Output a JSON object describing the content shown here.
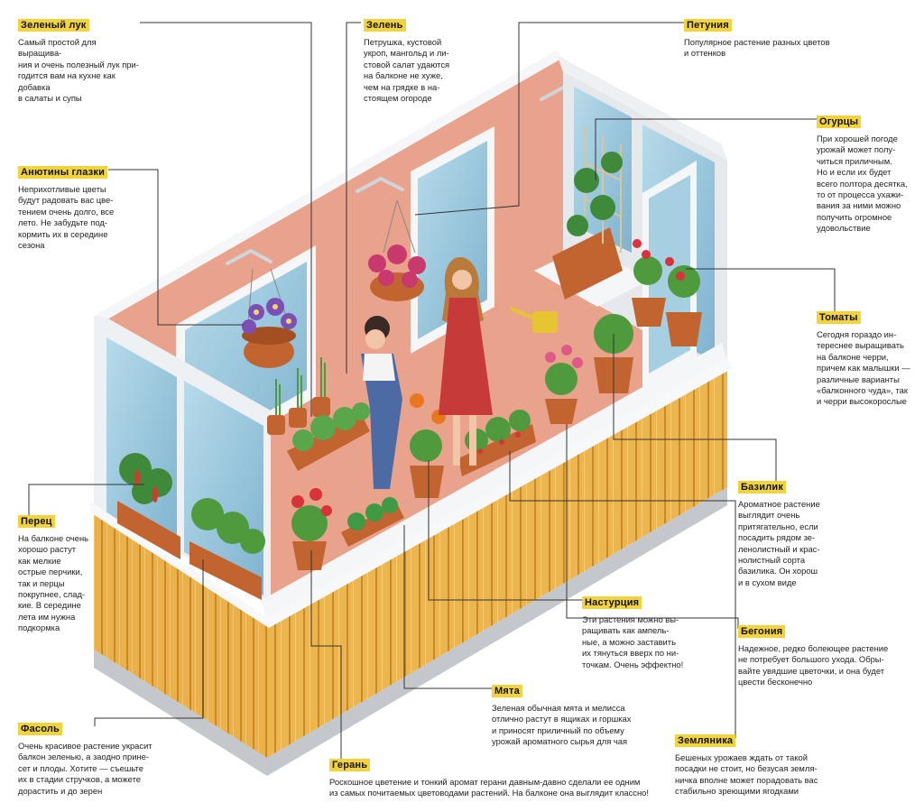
{
  "labels": {
    "onion": {
      "title": "Зеленый лук",
      "lines": [
        "Самый простой для выращива-",
        "ния и очень полезный лук при-",
        "годится вам на кухне как добавка",
        "в салаты и супы"
      ]
    },
    "greens": {
      "title": "Зелень",
      "lines": [
        "Петрушка, кустовой",
        "укроп, мангольд и ли-",
        "стовой салат удаются",
        "на балконе не хуже,",
        "чем на грядке в на-",
        "стоящем огороде"
      ]
    },
    "petunia": {
      "title": "Петуния",
      "lines": [
        "Популярное растение разных цветов",
        "и оттенков"
      ]
    },
    "cucumber": {
      "title": "Огурцы",
      "lines": [
        "При хорошей погоде",
        "урожай может полу-",
        "читься приличным.",
        "Но и если их будет",
        "всего полтора десятка,",
        "то от процесса ухажи-",
        "вания за ними можно",
        "получить огромное",
        "удовольствие"
      ]
    },
    "pansy": {
      "title": "Анютины глазки",
      "lines": [
        "Неприхотливые цветы",
        "будут радовать вас цве-",
        "тением очень долго, все",
        "лето. Не забудьте под-",
        "кормить их в середине",
        "сезона"
      ]
    },
    "tomato": {
      "title": "Томаты",
      "lines": [
        "Сегодня гораздо ин-",
        "тереснее выращивать",
        "на балконе черри,",
        "причем как малышки —",
        "различные варианты",
        "«балконного чуда», так",
        "и черри высокорослые"
      ]
    },
    "basil": {
      "title": "Базилик",
      "lines": [
        "Ароматное растение",
        "выглядит очень",
        "притягательно, если",
        "посадить рядом зе-",
        "ленолистный и крас-",
        "нолистный сорта",
        "базилика. Он хорош",
        "и в сухом виде"
      ]
    },
    "pepper": {
      "title": "Перец",
      "lines": [
        "На балконе очень",
        "хорошо растут",
        "как мелкие",
        "острые перчики,",
        "так и перцы",
        "покрупнее, слад-",
        "кие. В середине",
        "лета им нужна",
        "подкормка"
      ]
    },
    "nasturtium": {
      "title": "Настурция",
      "lines": [
        "Эти растения можно вы-",
        "ращивать как ампель-",
        "ные, а можно заставить",
        "их тянуться вверх по ни-",
        "точкам. Очень эффектно!"
      ]
    },
    "begonia": {
      "title": "Бегония",
      "lines": [
        "Надежное, редко болеющее растение",
        "не потребует большого ухода. Обры-",
        "вайте увядшие цветочки, и она будет",
        "цвести бесконечно"
      ]
    },
    "mint": {
      "title": "Мята",
      "lines": [
        "Зеленая обычная мята и мелисса",
        "отлично растут в ящиках и горшках",
        "и приносят приличный по объему",
        "урожай ароматного сырья для чая"
      ]
    },
    "beans": {
      "title": "Фасоль",
      "lines": [
        "Очень красивое растение украсит",
        "балкон зеленью, а заодно прине-",
        "сет и плоды. Хотите — съешьте",
        "их в стадии стручков, а можете",
        "дорастить и до зерен"
      ]
    },
    "strawberry": {
      "title": "Земляника",
      "lines": [
        "Бешеных урожаев ждать от такой",
        "посадки не стоит, но безусая земля-",
        "ничка вполне может порадовать вас",
        "стабильно зреющими ягодками"
      ]
    },
    "geranium": {
      "title": "Герань",
      "lines": [
        "Роскошное цветение и тонкий аромат герани давным-давно сделали ее одним",
        "из самых почитаемых цветоводами растений. На балконе она выглядит классно!"
      ]
    }
  },
  "colors": {
    "tag": "#f2d43a",
    "wall": "#e8a18a",
    "floor": "#e7ad45",
    "frame": "#f4f6f8",
    "glass": "#9cc8de",
    "leader": "#333333"
  }
}
